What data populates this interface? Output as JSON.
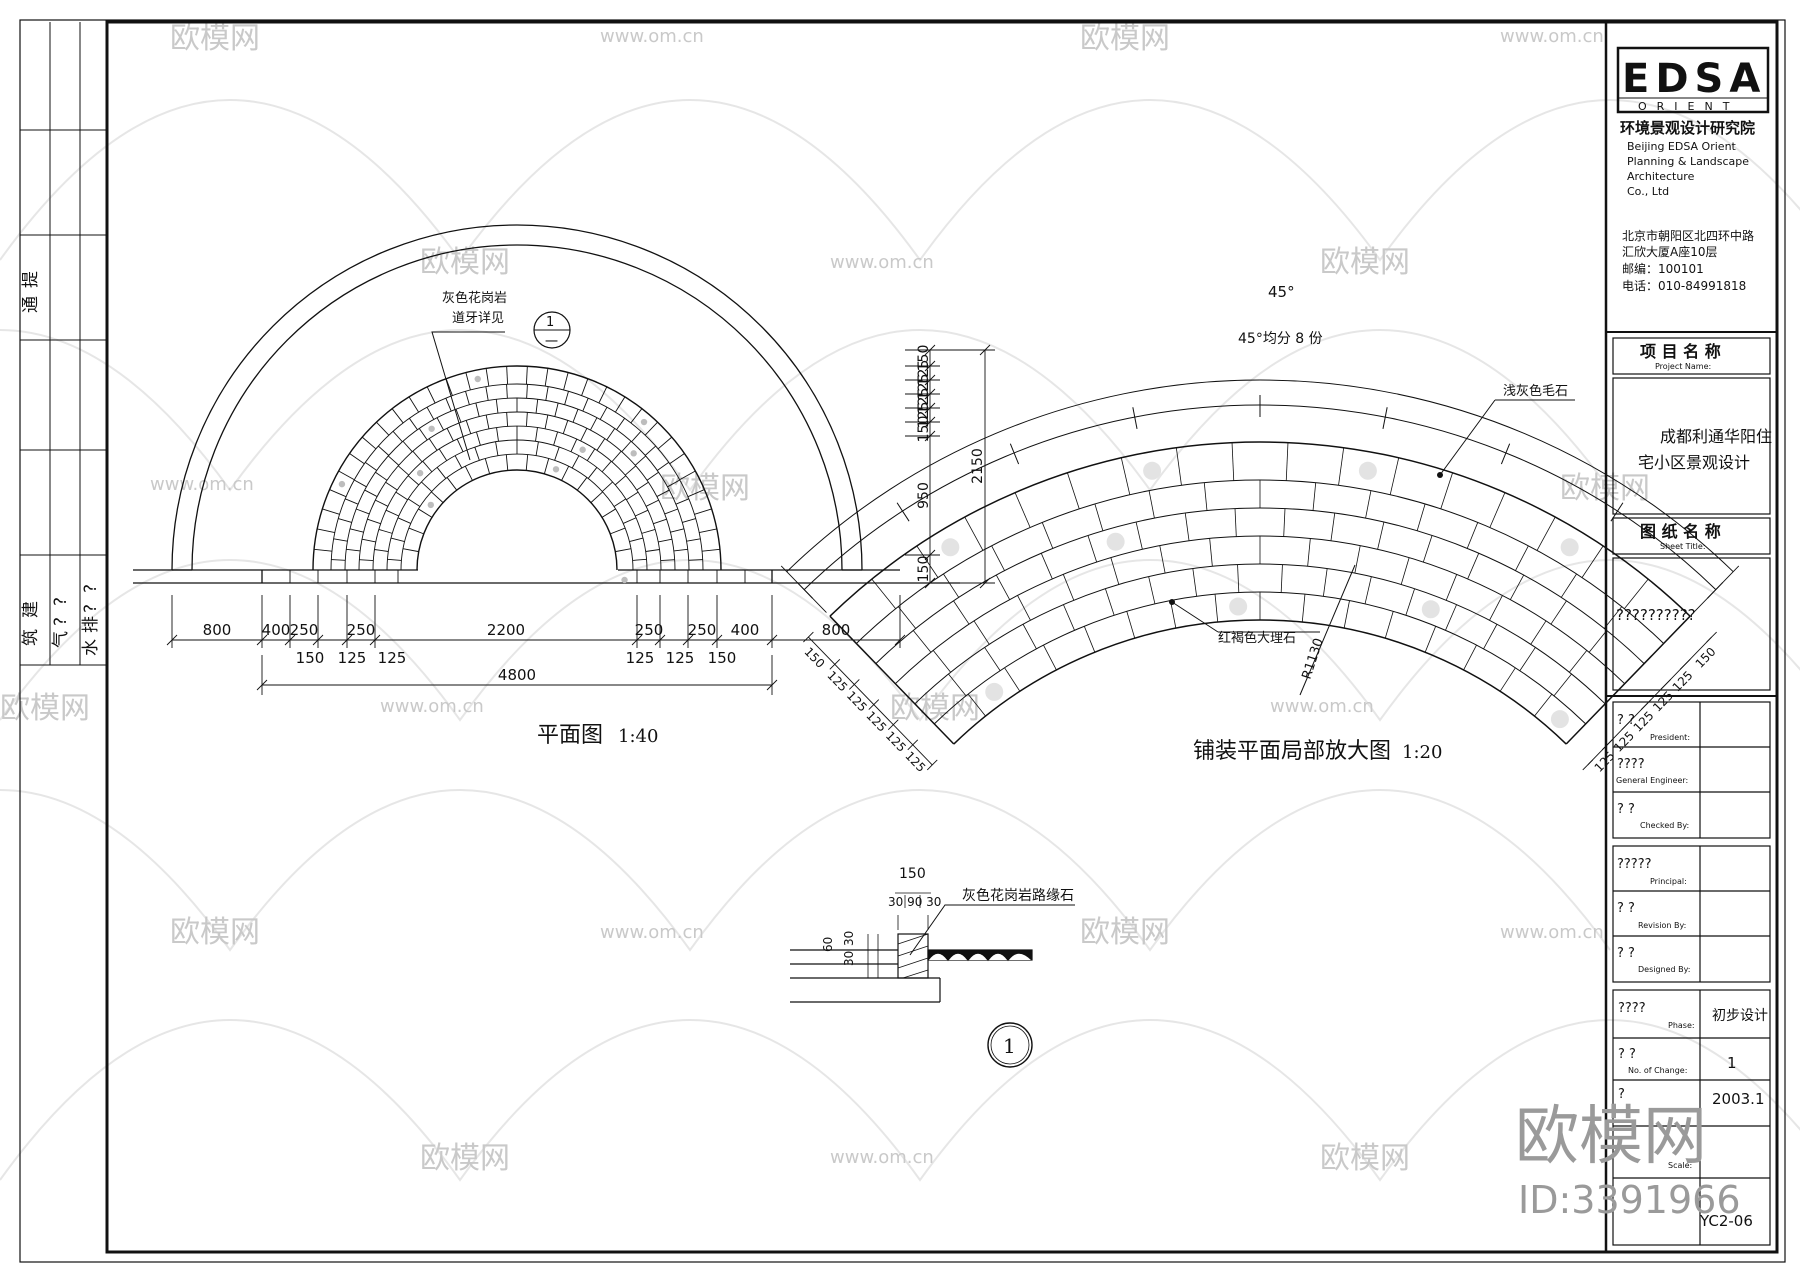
{
  "left_strip": {
    "upper_chars": [
      "提",
      "通"
    ],
    "lower_col1": [
      "建",
      "筑"
    ],
    "lower_col2": [
      "?",
      "?",
      "气"
    ],
    "lower_col3": [
      "?",
      "?",
      "排",
      "水"
    ]
  },
  "plan": {
    "callout": [
      "灰色花岗岩",
      "道牙详见"
    ],
    "ref_top": "1",
    "ref_bottom": "一",
    "dims_row1": [
      "800",
      "400",
      "250",
      "250",
      "2200",
      "250",
      "250",
      "400",
      "800"
    ],
    "dims_row2": [
      "150",
      "125",
      "125",
      "125",
      "125",
      "150"
    ],
    "overall": "4800",
    "vert_dims": [
      "150",
      "125",
      "125",
      "125",
      "125",
      "150",
      "950",
      "150"
    ],
    "vert_total": "2150",
    "title": "平面图",
    "scale": "1:40"
  },
  "detail": {
    "angle": "45°",
    "angle_divide": "45°均分 8 份",
    "label_light": "浅灰色毛石",
    "label_red": "红褐色大理石",
    "radius": "R1130",
    "left_dims": [
      "150",
      "125",
      "125",
      "125",
      "125",
      "125"
    ],
    "right_dims": [
      "150",
      "125",
      "125",
      "125",
      "125",
      "125"
    ],
    "title": "铺装平面局部放大图",
    "scale": "1:20"
  },
  "section": {
    "top_dim": "150",
    "sub_dims": "30 90 30",
    "side_dims": [
      "60",
      "30",
      "30"
    ],
    "label": "灰色花岗岩路缘石",
    "ref": "1"
  },
  "title_block": {
    "logo": "EDSA",
    "logo_sub": "ORIENT",
    "institute": "环境景观设计研究院",
    "en_name": [
      "Beijing  EDSA  Orient",
      "Planning  &  Landscape",
      "Architecture",
      "Co., Ltd"
    ],
    "address": [
      "北京市朝阳区北四环中路",
      "汇欣大厦A座10层",
      "邮编：100101",
      "电话：010-84991818"
    ],
    "project_label": "项 目 名 称",
    "project_label_en": "Project    Name:",
    "project_name": [
      "成都利通华阳住",
      "宅小区景观设计"
    ],
    "sheet_label": "图 纸 名 称",
    "sheet_label_en": "Sheet    Title:",
    "sheet_title": "??????????",
    "sig_rows": [
      {
        "cn": "?            ?",
        "en": "President:"
      },
      {
        "cn": "????",
        "en": "General Engineer:"
      },
      {
        "cn": "?            ?",
        "en": "Checked  By:"
      },
      {
        "cn": "?????",
        "en": "Principal:"
      },
      {
        "cn": "?            ?",
        "en": "Revision  By:"
      },
      {
        "cn": "?            ?",
        "en": "Designed  By:"
      }
    ],
    "phase_cn": "????",
    "phase_en": "Phase:",
    "phase_value": "初步设计",
    "change_cn": "?           ?",
    "change_en": "No.  of  Change:",
    "change_value": "1",
    "date_cn": "?",
    "date_value": "2003.1",
    "scale_en": "Scale:",
    "drawing_no": "YC2-06"
  },
  "watermark": {
    "brand": "欧模网",
    "site": "www.om.cn",
    "id": "ID:3391966"
  }
}
